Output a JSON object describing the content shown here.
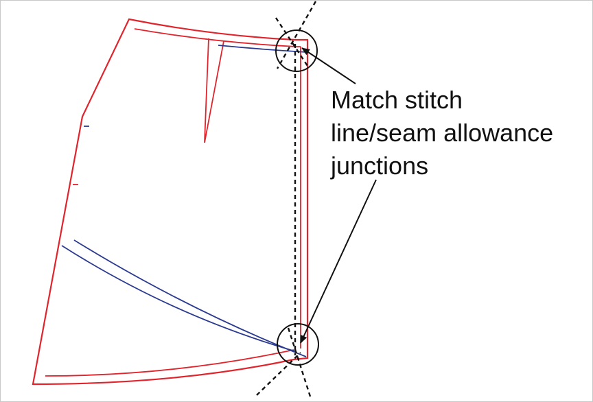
{
  "colors": {
    "pattern_outline": "#e0242c",
    "seam_allowance": "#2b3a8f",
    "guide": "#111111",
    "frame": "#c8c8c8"
  },
  "annotation": {
    "lines": [
      "Match stitch",
      "line/seam allowance",
      "junctions"
    ]
  }
}
